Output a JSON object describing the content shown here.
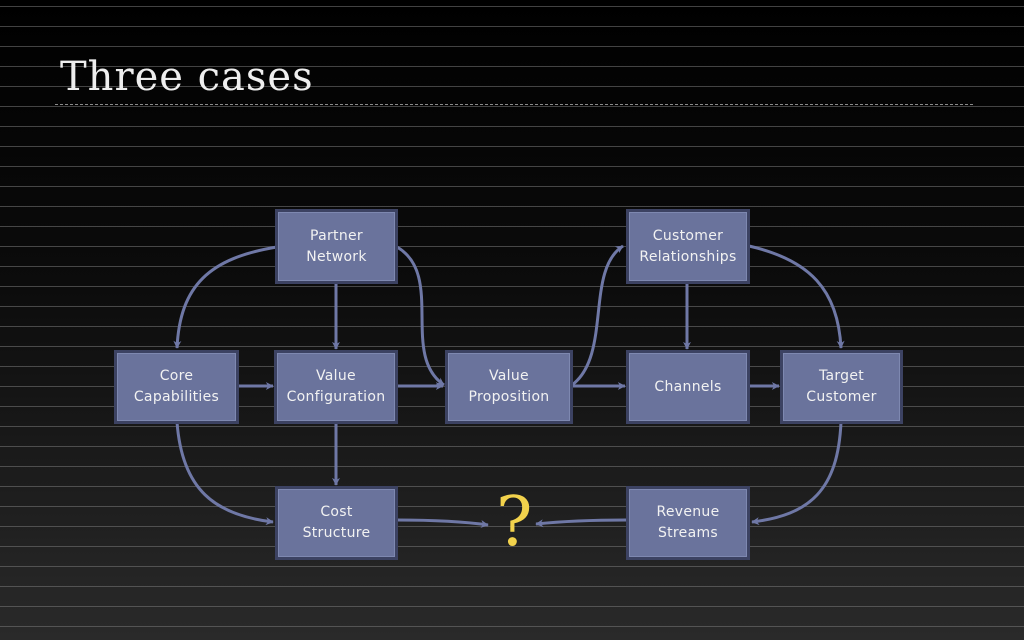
{
  "slide": {
    "title": "Three cases"
  },
  "nodes": {
    "partner_network": "Partner\nNetwork",
    "core_capabilities": "Core\nCapabilities",
    "value_configuration": "Value\nConfiguration",
    "cost_structure": "Cost\nStructure",
    "value_proposition": "Value\nProposition",
    "customer_relationships": "Customer\nRelationships",
    "channels": "Channels",
    "target_customer": "Target\nCustomer",
    "revenue_streams": "Revenue\nStreams"
  },
  "unknown_symbol": "?",
  "colors": {
    "node_fill": "#6a739c",
    "node_border": "#3c4262",
    "arrow": "#6f78a6",
    "question_mark": "#f2d24c"
  }
}
